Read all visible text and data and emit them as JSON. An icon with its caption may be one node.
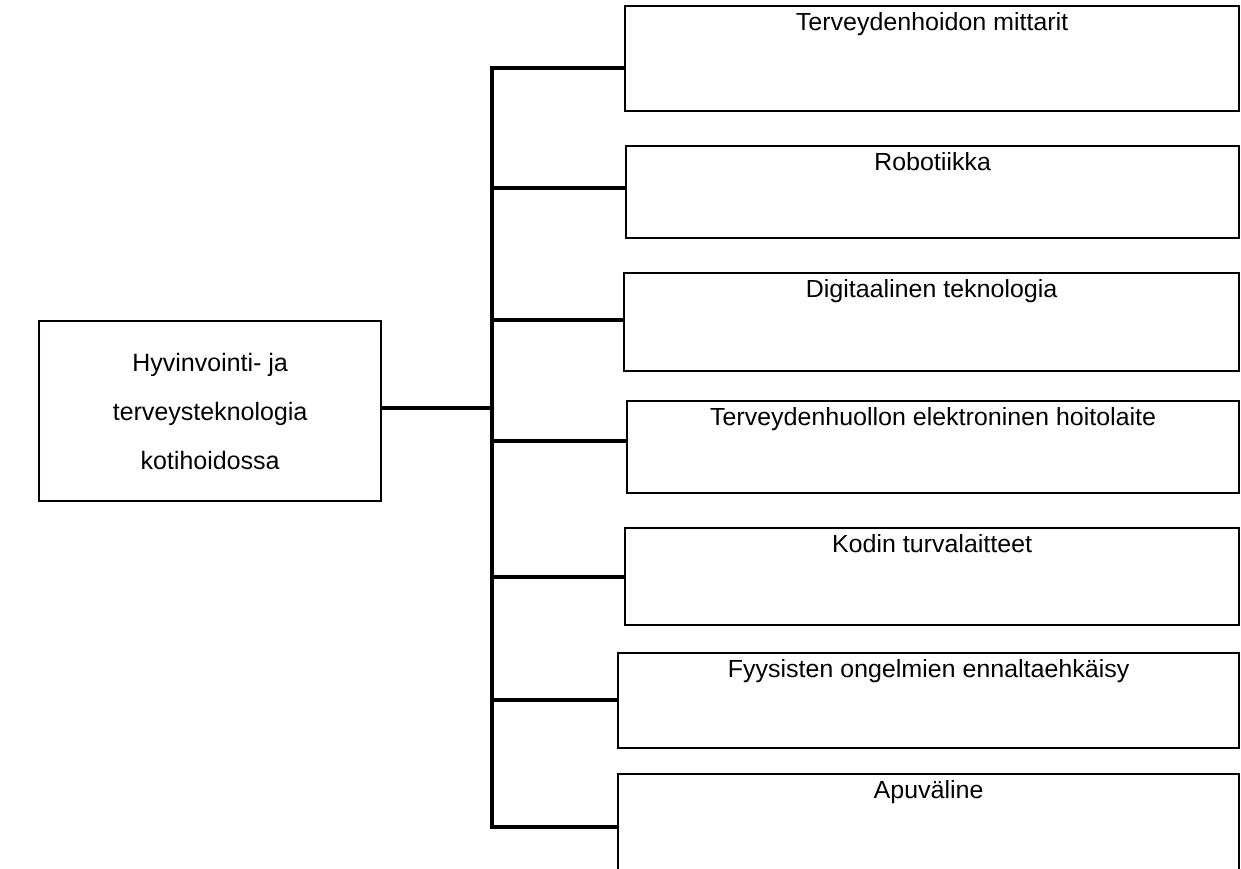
{
  "diagram": {
    "nodes": [
      {
        "text": [
          "Hyvinvointi- ja terveysteknologia kotihoidossa"
        ]
      },
      {
        "text": [
          "Terveydenhoidon mittarit"
        ]
      },
      {
        "text": [
          "Robotiikka"
        ]
      },
      {
        "text": [
          "Digitaalinen teknologia"
        ]
      },
      {
        "text": [
          "Terveydenhuollon elektroninen hoitolaite"
        ]
      },
      {
        "text": [
          "Kodin turvalaitteet"
        ]
      },
      {
        "text": [
          "Fyysisten ongelmien ennaltaehkäisy"
        ]
      },
      {
        "text": [
          "Apuväline"
        ]
      }
    ],
    "edges": [
      {
        "from": 0,
        "to": 1,
        "arrow": "none"
      },
      {
        "from": 0,
        "to": 2,
        "arrow": "none"
      },
      {
        "from": 0,
        "to": 3,
        "arrow": "none"
      },
      {
        "from": 0,
        "to": 4,
        "arrow": "none"
      },
      {
        "from": 0,
        "to": 5,
        "arrow": "none"
      },
      {
        "from": 0,
        "to": 6,
        "arrow": "none"
      },
      {
        "from": 0,
        "to": 7,
        "arrow": "none"
      }
    ]
  }
}
